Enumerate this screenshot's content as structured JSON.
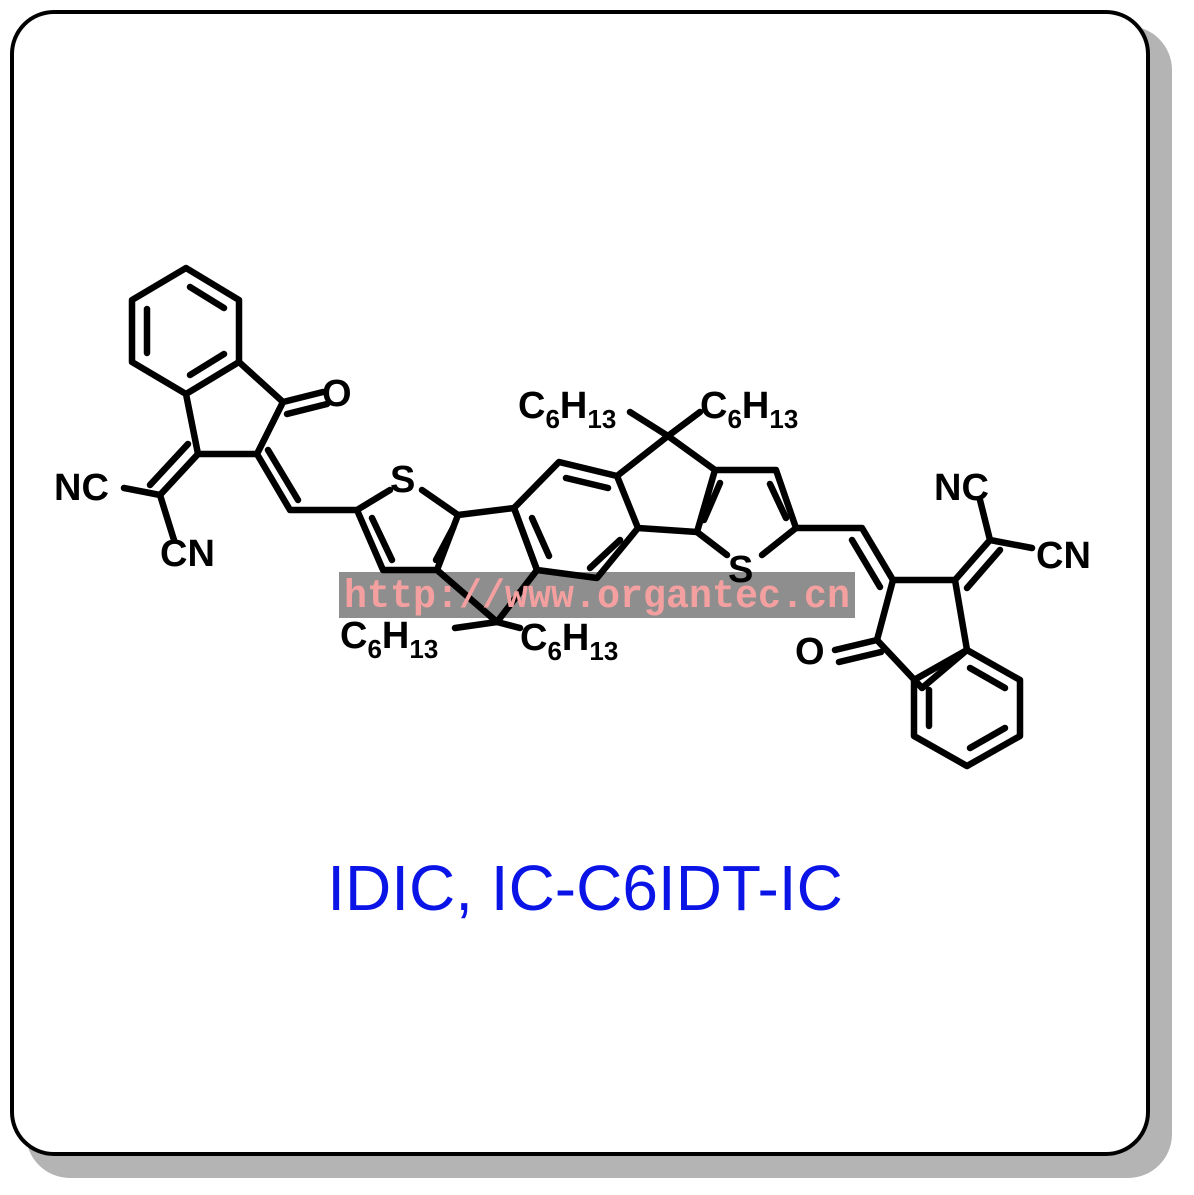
{
  "caption": "IDIC, IC-C6IDT-IC",
  "watermark": "http://www.organtec.cn",
  "atoms": {
    "oxygen": "O",
    "sulfur": "S",
    "nitrile_left": "NC",
    "nitrile_right": "CN",
    "alkyl_main": "C",
    "alkyl_main_sub": "6",
    "alkyl_h": "H",
    "alkyl_h_sub": "13"
  },
  "colors": {
    "caption": "#0a14e6",
    "bonds": "#000000",
    "watermark_text": "#f4a0a0",
    "watermark_band": "#7a7a7a",
    "card_shadow": "#b4b4b4"
  }
}
